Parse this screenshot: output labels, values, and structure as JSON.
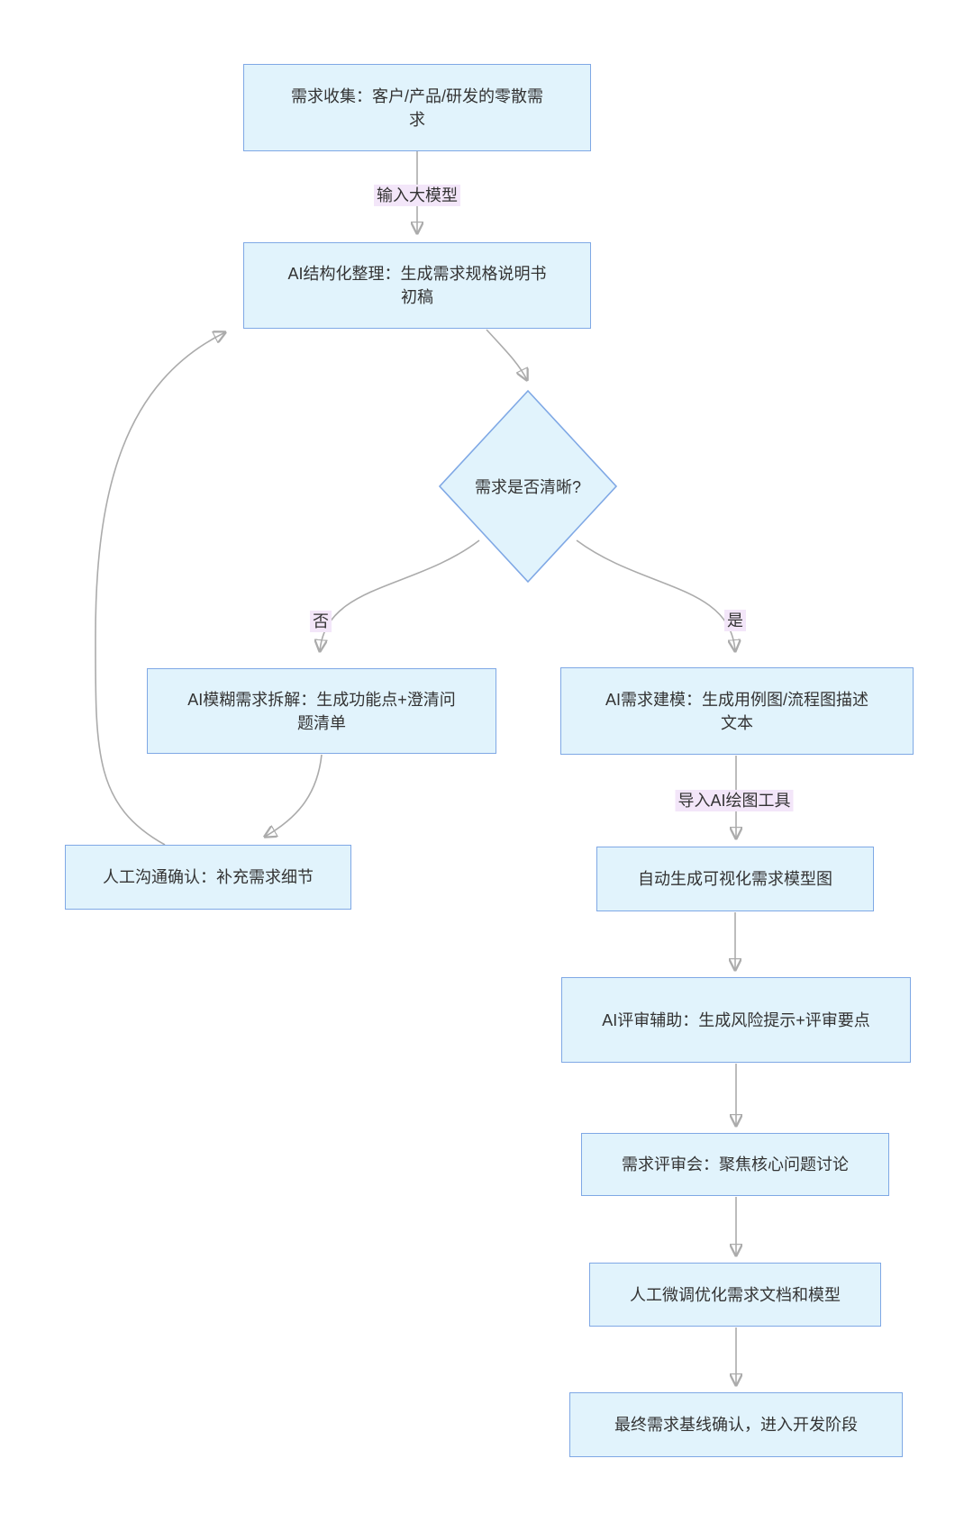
{
  "diagram": {
    "title": "AI-assisted requirements engineering flowchart",
    "nodes": {
      "collect": {
        "lines": [
          "需求收集：客户/产品/研发的零散需",
          "求"
        ]
      },
      "structure": {
        "lines": [
          "AI结构化整理：生成需求规格说明书",
          "初稿"
        ]
      },
      "decision": {
        "lines": [
          "需求是否清晰?"
        ]
      },
      "decompose": {
        "lines": [
          "AI模糊需求拆解：生成功能点+澄清问",
          "题清单"
        ]
      },
      "modeling": {
        "lines": [
          "AI需求建模：生成用例图/流程图描述",
          "文本"
        ]
      },
      "confirm": {
        "lines": [
          "人工沟通确认：补充需求细节"
        ]
      },
      "visualize": {
        "lines": [
          "自动生成可视化需求模型图"
        ]
      },
      "review_assist": {
        "lines": [
          "AI评审辅助：生成风险提示+评审要点"
        ]
      },
      "review_meeting": {
        "lines": [
          "需求评审会：聚焦核心问题讨论"
        ]
      },
      "finetune": {
        "lines": [
          "人工微调优化需求文档和模型"
        ]
      },
      "baseline": {
        "lines": [
          "最终需求基线确认，进入开发阶段"
        ]
      }
    },
    "edge_labels": {
      "to_llm": "输入大模型",
      "no": "否",
      "yes": "是",
      "to_drawing_tool": "导入AI绘图工具"
    },
    "colors": {
      "node_fill": "#E1F3FC",
      "node_border": "#7FA8E5",
      "edge_line": "#ABABAB",
      "arrowhead": "#8C8C8C",
      "edge_label_bg": "#F3E6F9",
      "text": "#333333",
      "background": "#FFFFFF"
    }
  }
}
